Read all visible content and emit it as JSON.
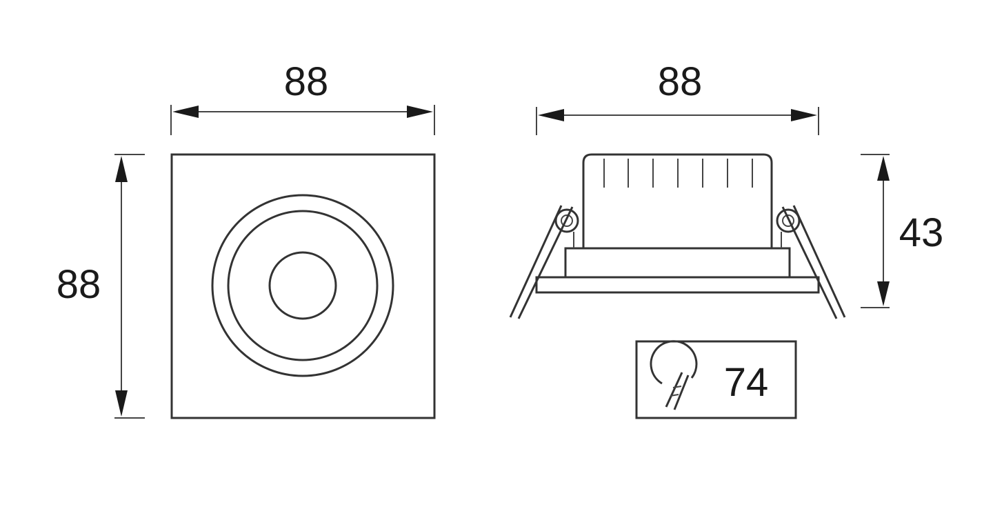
{
  "top_view": {
    "width_label": "88",
    "height_label": "88"
  },
  "side_view": {
    "width_label": "88",
    "height_label": "43"
  },
  "cutout": {
    "icon": "hole-saw-icon",
    "label": "74"
  },
  "colors": {
    "line": "#333333",
    "background": "#ffffff"
  }
}
